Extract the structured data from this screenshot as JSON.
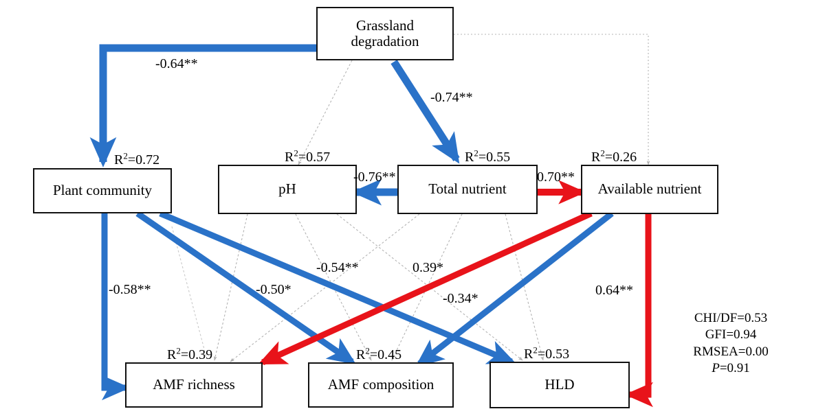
{
  "figure": {
    "type": "structural-equation-model",
    "colors": {
      "positive_path": "#e8131a",
      "negative_path": "#2a72c8",
      "nonsignificant_path": "#a6a6a6",
      "box_border": "#111111",
      "background": "#ffffff",
      "text": "#000000"
    }
  },
  "nodes": [
    {
      "id": "grassland_degradation",
      "label_line1": "Grassland",
      "label_line2": "degradation",
      "r2": null
    },
    {
      "id": "plant_community",
      "label_line1": "Plant community",
      "label_line2": "",
      "r2": "0.72",
      "r2_text": "R2=0.72"
    },
    {
      "id": "ph",
      "label_line1": "pH",
      "label_line2": "",
      "r2": "0.57",
      "r2_text": "R2=0.57"
    },
    {
      "id": "total_nutrient",
      "label_line1": "Total nutrient",
      "label_line2": "",
      "r2": "0.55",
      "r2_text": "R2=0.55"
    },
    {
      "id": "available_nutrient",
      "label_line1": "Available nutrient",
      "label_line2": "",
      "r2": "0.26",
      "r2_text": "R2=0.26"
    },
    {
      "id": "amf_richness",
      "label_line1": "AMF richness",
      "label_line2": "",
      "r2": "0.39",
      "r2_text": "R2=0.39"
    },
    {
      "id": "amf_composition",
      "label_line1": "AMF composition",
      "label_line2": "",
      "r2": "0.45",
      "r2_text": "R2=0.45"
    },
    {
      "id": "hld",
      "label_line1": "HLD",
      "label_line2": "",
      "r2": "0.53",
      "r2_text": "R2=0.53"
    }
  ],
  "r2_labels": {
    "plant_community": "=0.72",
    "ph": "=0.57",
    "total_nutrient": "=0.55",
    "available_nutrient": "=0.26",
    "amf_richness": "=0.39",
    "amf_composition": "=0.45",
    "hld": "=0.53",
    "symbol": "R"
  },
  "paths": [
    {
      "id": "gd_to_plant",
      "from": "grassland_degradation",
      "to": "plant_community",
      "coefficient": "-0.64**",
      "sign": "negative",
      "significance": "**"
    },
    {
      "id": "gd_to_total",
      "from": "grassland_degradation",
      "to": "total_nutrient",
      "coefficient": "-0.74**",
      "sign": "negative",
      "significance": "**"
    },
    {
      "id": "total_to_ph",
      "from": "total_nutrient",
      "to": "ph",
      "coefficient": "-0.76**",
      "sign": "negative",
      "significance": "**"
    },
    {
      "id": "total_to_available",
      "from": "total_nutrient",
      "to": "available_nutrient",
      "coefficient": "0.70**",
      "sign": "positive",
      "significance": "**"
    },
    {
      "id": "plant_to_amf_richness",
      "from": "plant_community",
      "to": "amf_richness",
      "coefficient": "-0.58**",
      "sign": "negative",
      "significance": "**"
    },
    {
      "id": "plant_to_amf_composition",
      "from": "plant_community",
      "to": "amf_composition",
      "coefficient": "-0.50*",
      "sign": "negative",
      "significance": "*"
    },
    {
      "id": "plant_to_hld",
      "from": "plant_community",
      "to": "hld",
      "coefficient": "-0.54**",
      "sign": "negative",
      "significance": "**"
    },
    {
      "id": "available_to_amf_richness",
      "from": "available_nutrient",
      "to": "amf_richness",
      "coefficient": "0.39*",
      "sign": "positive",
      "significance": "*"
    },
    {
      "id": "available_to_amf_composition",
      "from": "available_nutrient",
      "to": "amf_composition",
      "coefficient": "-0.34*",
      "sign": "negative",
      "significance": "*"
    },
    {
      "id": "available_to_hld",
      "from": "available_nutrient",
      "to": "hld",
      "coefficient": "0.64**",
      "sign": "positive",
      "significance": "**"
    }
  ],
  "coefficient_labels": {
    "gd_to_plant": "-0.64**",
    "gd_to_total": "-0.74**",
    "total_to_ph": "-0.76**",
    "total_to_available": "0.70**",
    "plant_to_amf_richness": "-0.58**",
    "plant_to_amf_composition": "-0.50*",
    "plant_to_hld": "-0.54**",
    "available_to_amf_richness": "0.39*",
    "available_to_amf_composition": "-0.34*",
    "available_to_hld": "0.64**"
  },
  "fit_statistics": {
    "chi_df": "CHI/DF=0.53",
    "gfi": "GFI=0.94",
    "rmsea": "RMSEA=0.00",
    "p_symbol": "P",
    "p_value": "=0.91"
  }
}
